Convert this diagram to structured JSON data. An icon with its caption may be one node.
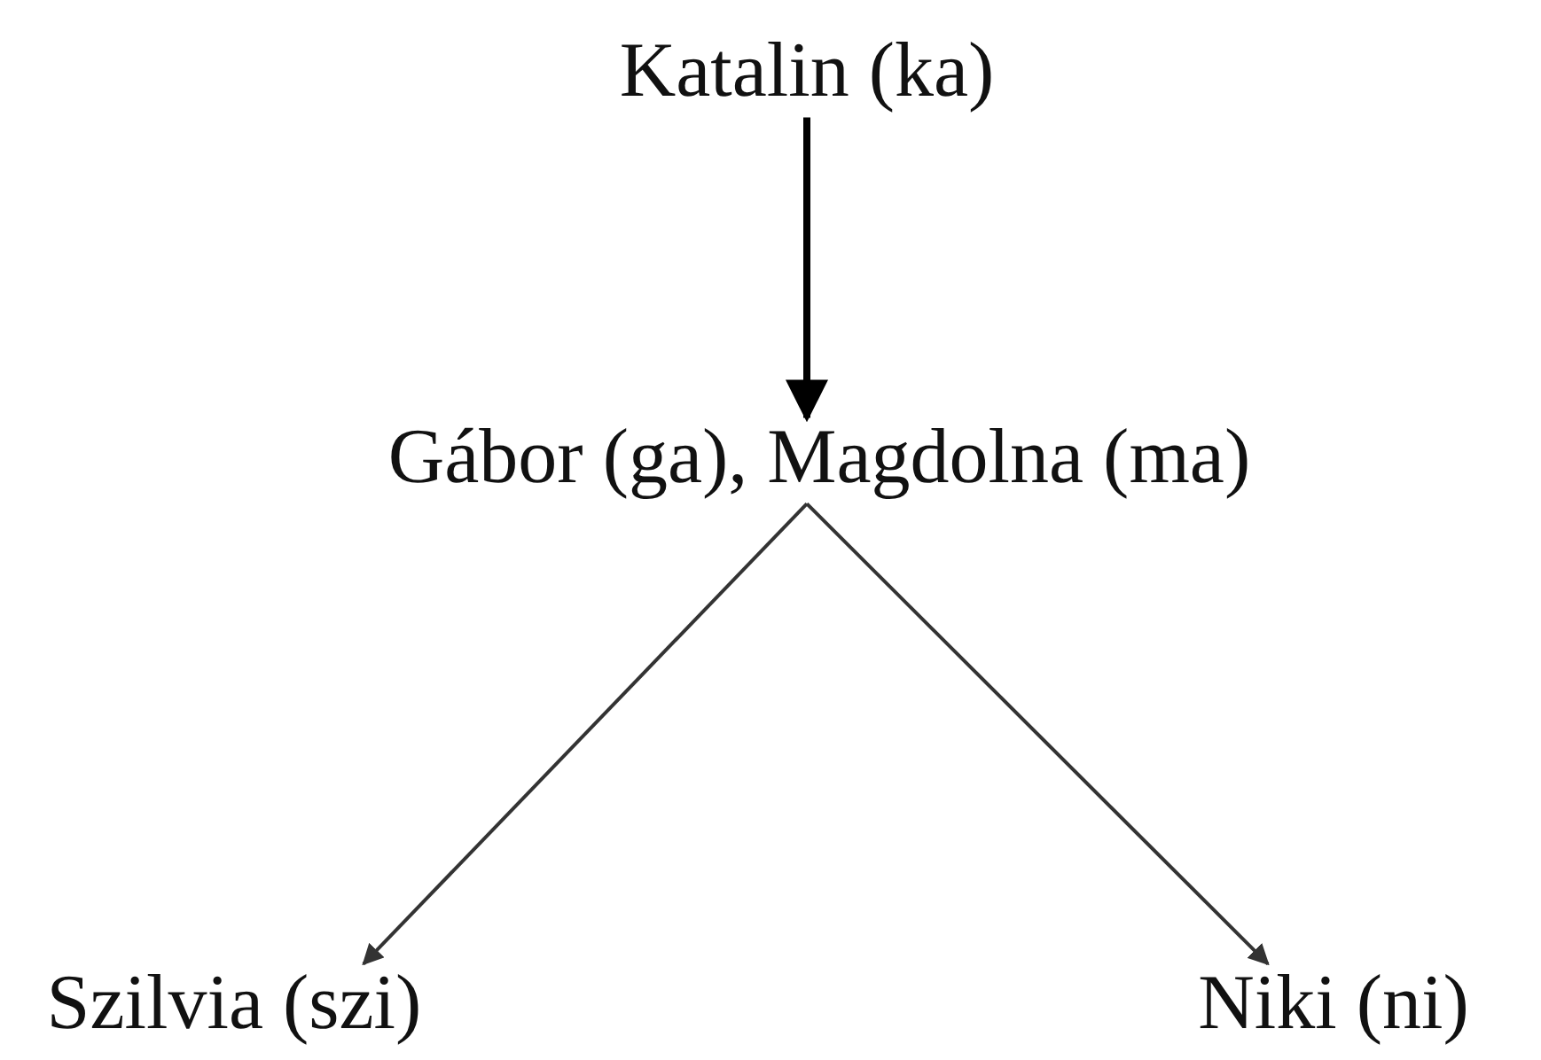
{
  "diagram": {
    "nodes": [
      {
        "text": [
          "Katalin (ka)"
        ]
      },
      {
        "text": [
          "Gábor (ga), Magdolna (ma)"
        ]
      },
      {
        "text": [
          "Szilvia (szi)"
        ]
      },
      {
        "text": [
          "Niki (ni)"
        ]
      }
    ],
    "edges": [
      {
        "from": 0,
        "to": 1,
        "arrow": "to",
        "style": "thick"
      },
      {
        "from": 1,
        "to": 2,
        "arrow": "to"
      },
      {
        "from": 1,
        "to": 3,
        "arrow": "to"
      }
    ]
  }
}
